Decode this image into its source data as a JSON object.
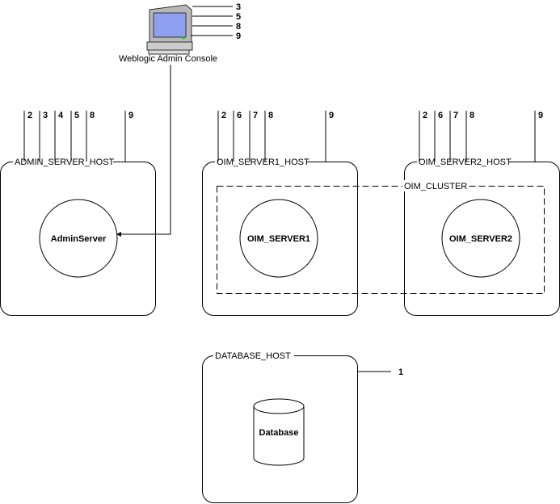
{
  "console": {
    "label": "Weblogic Admin Console",
    "ports": [
      "3",
      "5",
      "8",
      "9"
    ]
  },
  "hosts": [
    {
      "name": "ADMIN_SERVER_HOST",
      "server": "AdminServer",
      "ports": [
        "2",
        "3",
        "4",
        "5",
        "8",
        "9"
      ]
    },
    {
      "name": "OIM_SERVER1_HOST",
      "server": "OIM_SERVER1",
      "ports": [
        "2",
        "6",
        "7",
        "8",
        "9"
      ]
    },
    {
      "name": "OIM_SERVER2_HOST",
      "server": "OIM_SERVER2",
      "ports": [
        "2",
        "6",
        "7",
        "8",
        "9"
      ]
    }
  ],
  "cluster": {
    "name": "OIM_CLUSTER"
  },
  "database_host": {
    "name": "DATABASE_HOST",
    "db": "Database",
    "port": "1"
  }
}
